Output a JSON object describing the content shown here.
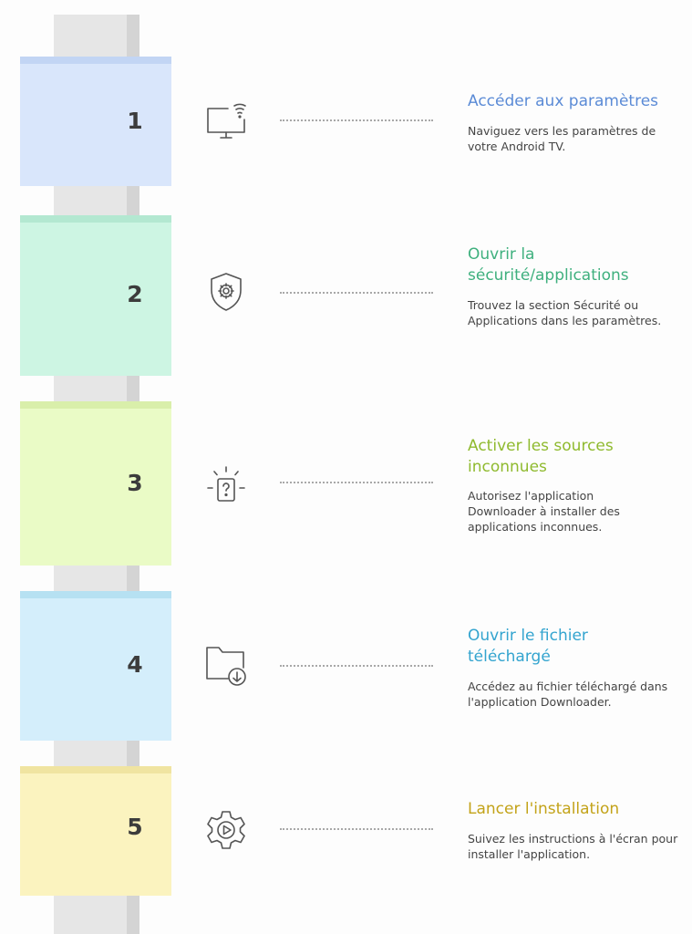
{
  "steps": [
    {
      "number": "1",
      "icon": "smart-tv-icon",
      "color": "#5b8bd6",
      "block_color": "#d9e6fb",
      "title": "Accéder aux paramètres",
      "description": "Naviguez vers les paramètres de votre Android TV."
    },
    {
      "number": "2",
      "icon": "shield-gear-icon",
      "color": "#3fb07e",
      "block_color": "#cdf5e3",
      "title": "Ouvrir la sécurité/applications",
      "description": "Trouvez la section Sécurité ou Applications dans les paramètres."
    },
    {
      "number": "3",
      "icon": "question-box-icon",
      "color": "#8fba2e",
      "block_color": "#eafbc6",
      "title": "Activer les sources inconnues",
      "description": "Autorisez l'application Downloader à installer des applications inconnues."
    },
    {
      "number": "4",
      "icon": "folder-download-icon",
      "color": "#33a4cf",
      "block_color": "#d4eefb",
      "title": "Ouvrir le fichier téléchargé",
      "description": "Accédez au fichier téléchargé dans l'application Downloader."
    },
    {
      "number": "5",
      "icon": "play-gear-icon",
      "color": "#c3a319",
      "block_color": "#fbf3bf",
      "title": "Lancer l'installation",
      "description": "Suivez les instructions à l'écran pour installer l'application."
    }
  ]
}
